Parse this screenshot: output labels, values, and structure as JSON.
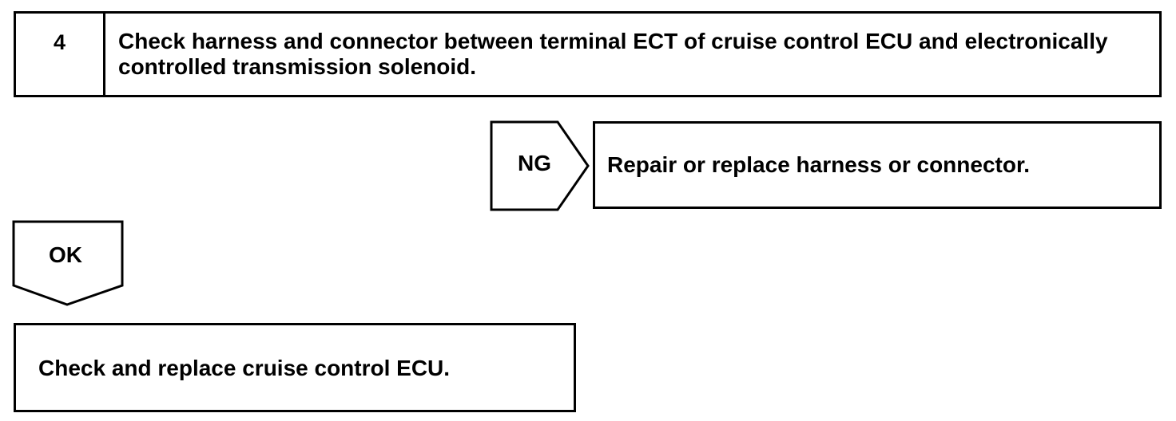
{
  "step": {
    "number": "4",
    "title": "Check harness and connector between terminal ECT of cruise control ECU and electronically controlled transmission solenoid."
  },
  "ng_branch": {
    "label": "NG",
    "result": "Repair or replace harness or connector."
  },
  "ok_branch": {
    "label": "OK",
    "result": "Check and replace cruise control ECU."
  }
}
